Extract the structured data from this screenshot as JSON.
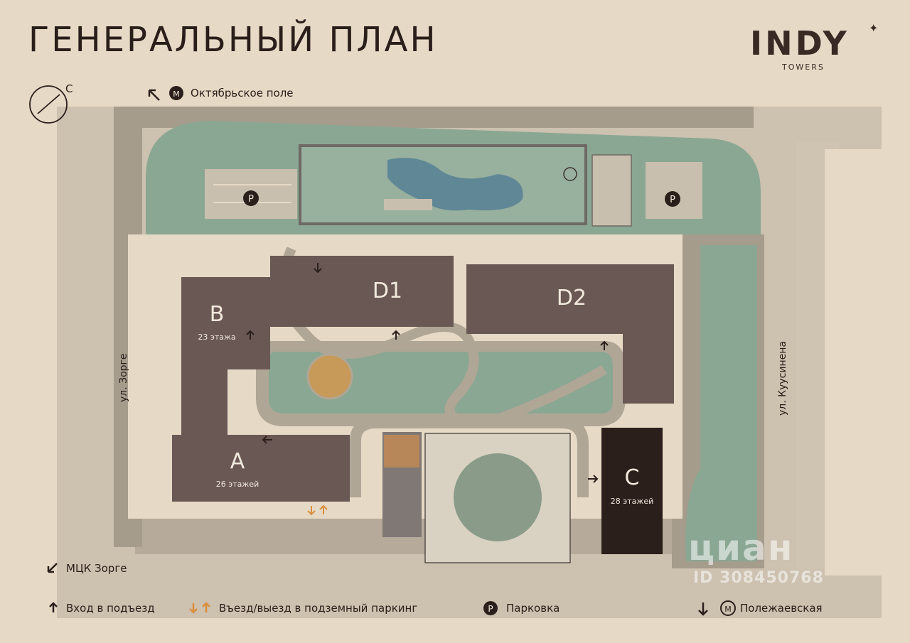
{
  "header": {
    "title": "ГЕНЕРАЛЬНЫЙ ПЛАН",
    "brand": "INDY",
    "brand_sub": "TOWERS",
    "compass_label": "С"
  },
  "metro_top": "Октябрьское поле",
  "streets": {
    "left": "ул. Зорге",
    "right": "ул. Куусинена"
  },
  "buildings": {
    "B": {
      "label": "B",
      "floors": "23 этажа"
    },
    "D1": {
      "label": "D1"
    },
    "D2": {
      "label": "D2"
    },
    "A": {
      "label": "A",
      "floors": "26 этажей"
    },
    "C": {
      "label": "C",
      "floors": "28 этажей"
    }
  },
  "legend": {
    "mck": "МЦК Зорге",
    "entrance": "Вход в подъезд",
    "parking_entry": "Въезд/выезд в подземный паркинг",
    "parking": "Парковка",
    "metro_bottom": "Полежаевская"
  },
  "watermark": {
    "brand": "циан",
    "id": "ID 308450768"
  },
  "colors": {
    "background": "#e6dac6",
    "road": "#a69c8c",
    "green": "#8aa793",
    "building": "#6a5855",
    "building_dark": "#2b1f1c",
    "accent_orange": "#d98e3e"
  }
}
